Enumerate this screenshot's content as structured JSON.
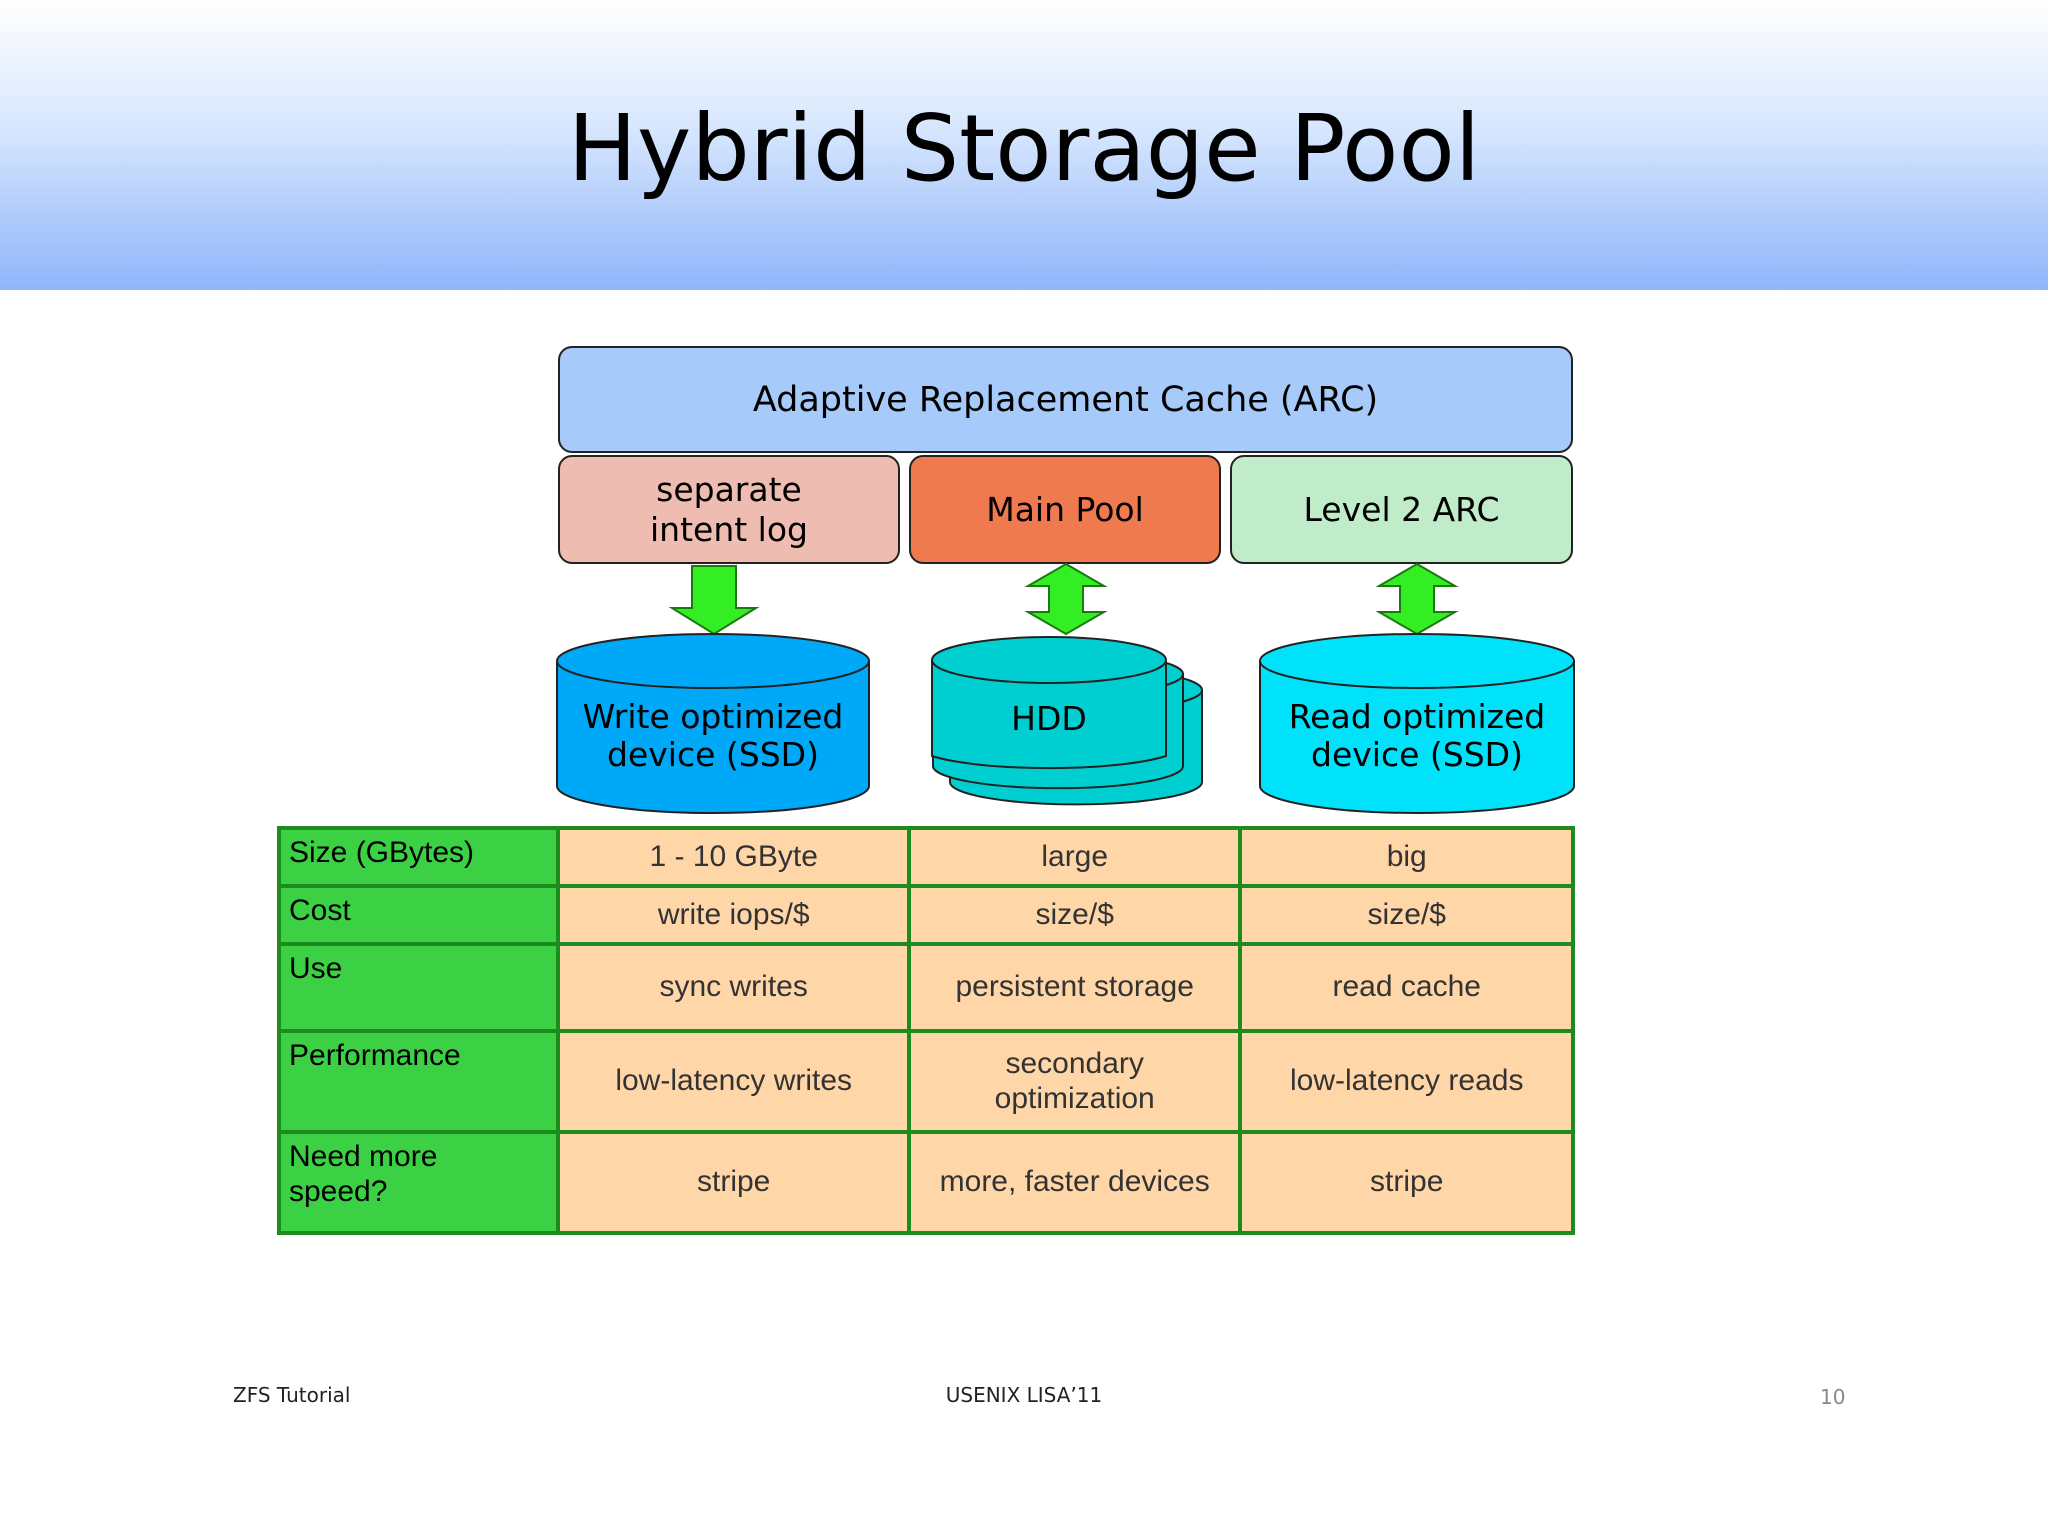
{
  "slide": {
    "title": "Hybrid Storage Pool"
  },
  "cache": {
    "arc_label": "Adaptive Replacement Cache (ARC)",
    "slog_line1": "separate",
    "slog_line2": "intent log",
    "main_pool": "Main Pool",
    "l2arc": "Level 2 ARC"
  },
  "devices": {
    "write_line1": "Write optimized",
    "write_line2": "device (SSD)",
    "hdd": "HDD",
    "read_line1": "Read optimized",
    "read_line2": "device (SSD)"
  },
  "colors": {
    "arc": "#a6cafa",
    "slog": "#efbcb1",
    "main_pool": "#f07a50",
    "l2arc": "#c0ecca",
    "write_ssd": "#00a8f8",
    "hdd": "#00cfd2",
    "read_ssd": "#00e2fa",
    "arrow": "#33ee22",
    "table_header": "#3cd044",
    "table_cell": "#ffd6a8",
    "table_border": "#1e8b1e"
  },
  "table": {
    "rows": [
      {
        "label": "Size (GBytes)",
        "values": [
          "1 - 10 GByte",
          "large",
          "big"
        ]
      },
      {
        "label": "Cost",
        "values": [
          "write iops/$",
          "size/$",
          "size/$"
        ]
      },
      {
        "label": "Use",
        "values": [
          "sync writes",
          "persistent storage",
          "read cache"
        ]
      },
      {
        "label": "Performance",
        "values": [
          "low-latency writes",
          "secondary\noptimization",
          "low-latency reads"
        ]
      },
      {
        "label": "Need more\nspeed?",
        "values": [
          "stripe",
          "more, faster devices",
          "stripe"
        ]
      }
    ]
  },
  "footer": {
    "left": "ZFS Tutorial",
    "center": "USENIX LISA’11",
    "page": "10"
  }
}
